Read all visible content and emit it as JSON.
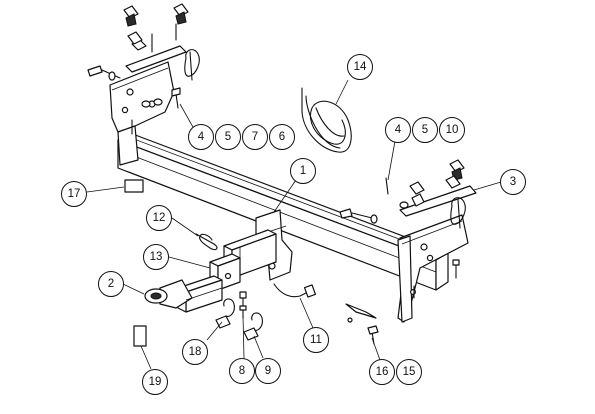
{
  "callouts": {
    "c1": "1",
    "c2": "2",
    "c3": "3",
    "c4a": "4",
    "c5a": "5",
    "c7": "7",
    "c6": "6",
    "c4b": "4",
    "c5b": "5",
    "c10": "10",
    "c8": "8",
    "c9": "9",
    "c11": "11",
    "c12": "12",
    "c13": "13",
    "c14": "14",
    "c15": "15",
    "c16": "16",
    "c17": "17",
    "c18": "18",
    "c19": "19"
  }
}
